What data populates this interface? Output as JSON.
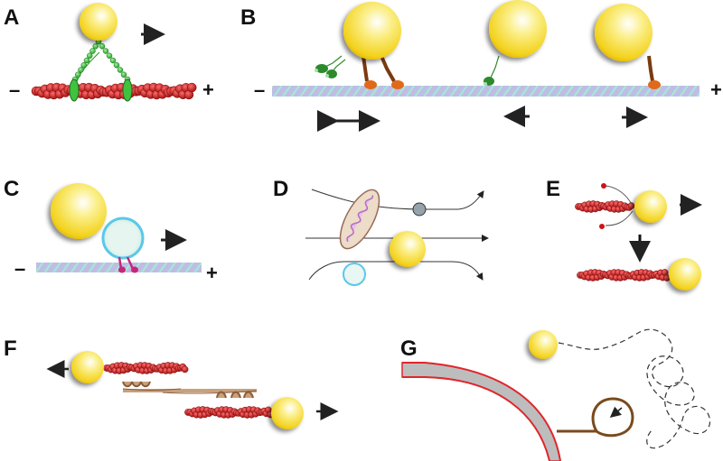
{
  "panels": {
    "A": {
      "label": "A",
      "minus": "–",
      "plus": "+"
    },
    "B": {
      "label": "B",
      "minus": "–",
      "plus": "+"
    },
    "C": {
      "label": "C",
      "minus": "–",
      "plus": "+"
    },
    "D": {
      "label": "D"
    },
    "E": {
      "label": "E"
    },
    "F": {
      "label": "F"
    },
    "G": {
      "label": "G"
    }
  },
  "colors": {
    "cargo_yellow": "#f7e64a",
    "actin_red": "#cc1414",
    "myosin_green": "#3fc23f",
    "microtubule_blue": "#a9cbe6",
    "kinesin_orange": "#e06a1a",
    "dynein_green": "#2c8a2c",
    "vesicle_cyan": "#5bc8e8",
    "kinesin_magenta": "#c4287a",
    "membrane_grey": "#bdbdbd",
    "membrane_red": "#e0262c",
    "tether_brown": "#7a4a1c"
  },
  "icons": {
    "arrow": "arrow-icon",
    "double_arrow": "double-arrow-icon"
  }
}
